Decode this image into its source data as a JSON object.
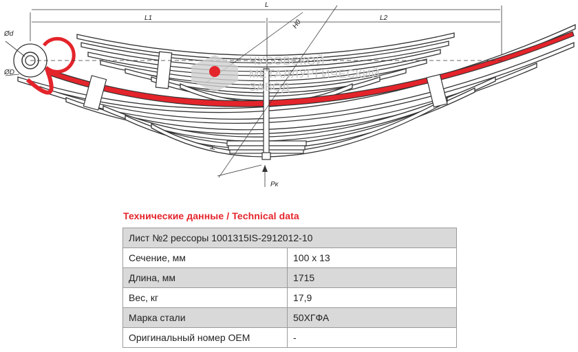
{
  "drawing": {
    "dim_labels": {
      "total_length": "L",
      "left_length": "L1",
      "right_length": "L2",
      "height": "H",
      "height_zero": "H0",
      "load": "Pк",
      "eye_inner": "Ød",
      "eye_outer": "ØD"
    },
    "watermark": {
      "line1": "ЧУСОВСКОЙ",
      "line2": "МЕТАЛЛУРГИЧЕСКИЙ",
      "line3": "ЗАВОД"
    },
    "colors": {
      "highlight_leaf": "#e4242b",
      "line": "#333333",
      "watermark": "#c8c8c8"
    }
  },
  "section_title": "Технические данные / Technical data",
  "table": {
    "header": "Лист №2 рессоры 1001315IS-2912012-10",
    "rows": [
      {
        "label": "Сечение, мм",
        "value": "100 x 13"
      },
      {
        "label": "Длина, мм",
        "value": "1715"
      },
      {
        "label": "Вес, кг",
        "value": "17,9"
      },
      {
        "label": "Марка стали",
        "value": "50ХГФА"
      },
      {
        "label": "Оригинальный номер OEM",
        "value": "-"
      }
    ]
  }
}
